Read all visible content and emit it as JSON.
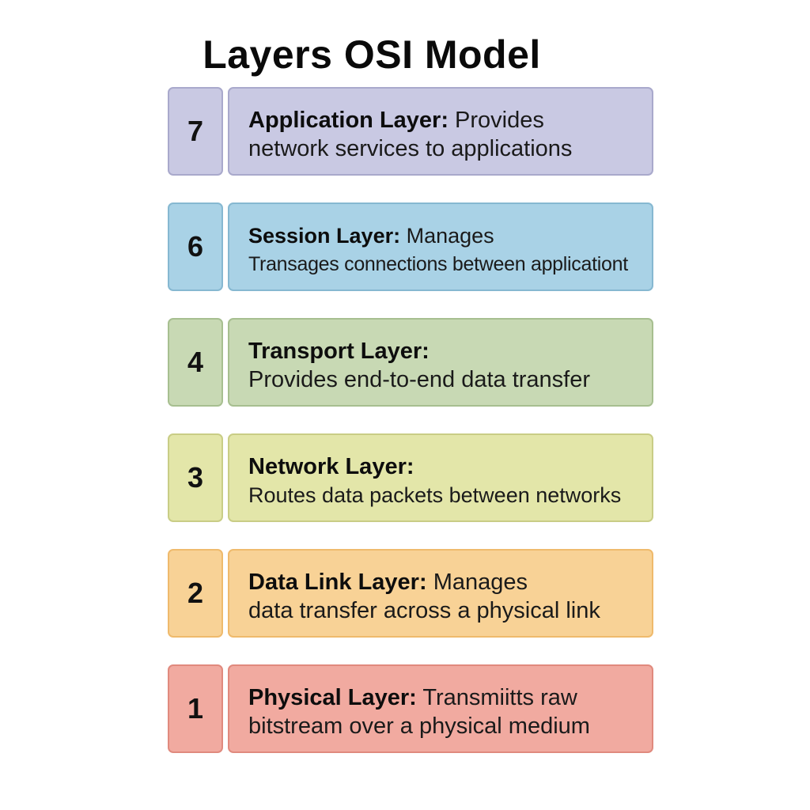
{
  "title": "Layers OSI Model",
  "layers": [
    {
      "number": "7",
      "name": "Application Layer:",
      "line1_rest": " Provides",
      "line2": "network services to applications",
      "fill": "#c9c9e3",
      "border": "#a9a9cc"
    },
    {
      "number": "6",
      "name": "Session Layer:",
      "line1_rest": " Manages",
      "line2": "Transages connections between applicationt",
      "fill": "#a9d2e6",
      "border": "#86b8d1"
    },
    {
      "number": "4",
      "name": "Transport Layer:",
      "line1_rest": "",
      "line2": "Provides end-to-end data transfer",
      "fill": "#c8d9b4",
      "border": "#a7bf90"
    },
    {
      "number": "3",
      "name": "Network Layer:",
      "line1_rest": "",
      "line2": "Routes data packets between networks",
      "fill": "#e3e6a9",
      "border": "#c9cd86"
    },
    {
      "number": "2",
      "name": "Data Link Layer:",
      "line1_rest": " Manages",
      "line2": "data transfer across a physical link",
      "fill": "#f8d296",
      "border": "#efba6c"
    },
    {
      "number": "1",
      "name": "Physical Layer:",
      "line1_rest": " Transmiitts raw",
      "line2": "bitstream over a physical medium",
      "fill": "#f1aaa0",
      "border": "#e08a7e"
    }
  ]
}
